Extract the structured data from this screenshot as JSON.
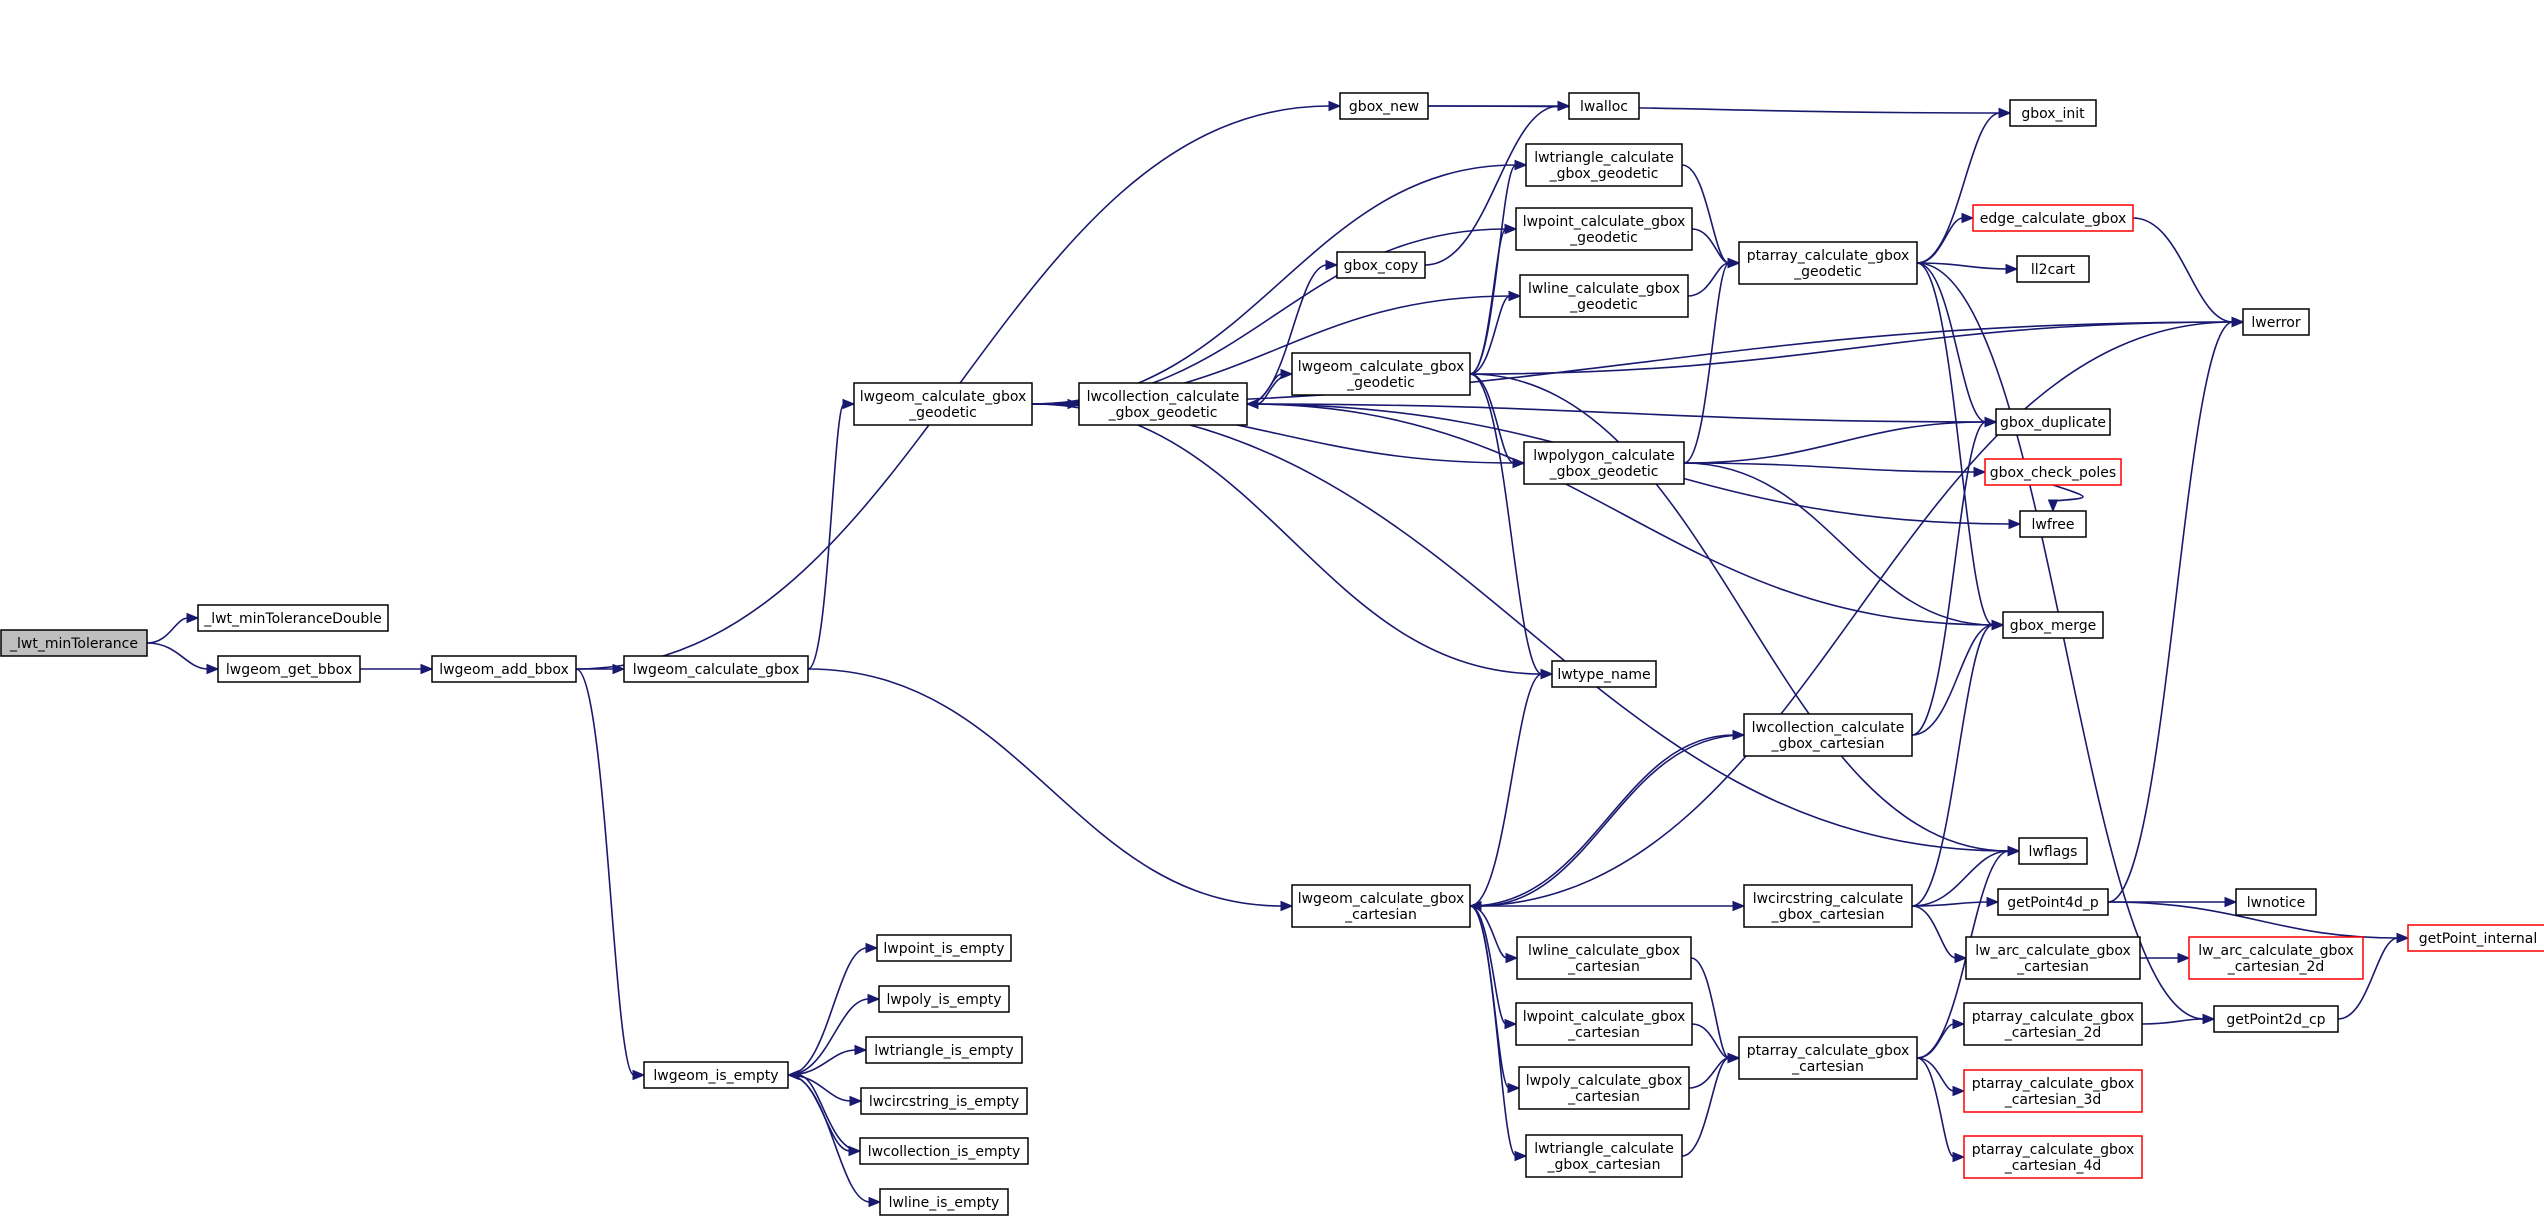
{
  "graph": {
    "nodes": [
      {
        "id": "lwt_minTolerance",
        "lines": [
          "_lwt_minTolerance"
        ],
        "root": true
      },
      {
        "id": "lwt_minToleranceDouble",
        "lines": [
          "_lwt_minToleranceDouble"
        ]
      },
      {
        "id": "lwgeom_get_bbox",
        "lines": [
          "lwgeom_get_bbox"
        ]
      },
      {
        "id": "lwgeom_add_bbox",
        "lines": [
          "lwgeom_add_bbox"
        ]
      },
      {
        "id": "lwgeom_calculate_gbox",
        "lines": [
          "lwgeom_calculate_gbox"
        ]
      },
      {
        "id": "lwgeom_is_empty",
        "lines": [
          "lwgeom_is_empty"
        ]
      },
      {
        "id": "gbox_new",
        "lines": [
          "gbox_new"
        ]
      },
      {
        "id": "lwgeom_calculate_gbox_geodetic",
        "lines": [
          "lwgeom_calculate_gbox",
          "_geodetic"
        ]
      },
      {
        "id": "lwgeom_calculate_gbox_cartesian",
        "lines": [
          "lwgeom_calculate_gbox",
          "_cartesian"
        ]
      },
      {
        "id": "lwpoint_is_empty",
        "lines": [
          "lwpoint_is_empty"
        ]
      },
      {
        "id": "lwpoly_is_empty",
        "lines": [
          "lwpoly_is_empty"
        ]
      },
      {
        "id": "lwtriangle_is_empty",
        "lines": [
          "lwtriangle_is_empty"
        ]
      },
      {
        "id": "lwcircstring_is_empty",
        "lines": [
          "lwcircstring_is_empty"
        ]
      },
      {
        "id": "lwcollection_is_empty",
        "lines": [
          "lwcollection_is_empty"
        ]
      },
      {
        "id": "lwline_is_empty",
        "lines": [
          "lwline_is_empty"
        ]
      },
      {
        "id": "lwcollection_calculate_gbox_geodetic",
        "lines": [
          "lwcollection_calculate",
          "_gbox_geodetic"
        ]
      },
      {
        "id": "gbox_copy",
        "lines": [
          "gbox_copy"
        ]
      },
      {
        "id": "lwgeom_calculate_gbox_geodetic2",
        "lines": [
          "lwgeom_calculate_gbox",
          "_geodetic"
        ]
      },
      {
        "id": "lwalloc",
        "lines": [
          "lwalloc"
        ]
      },
      {
        "id": "lwtriangle_calculate_gbox_geodetic",
        "lines": [
          "lwtriangle_calculate",
          "_gbox_geodetic"
        ]
      },
      {
        "id": "lwpoint_calculate_gbox_geodetic",
        "lines": [
          "lwpoint_calculate_gbox",
          "_geodetic"
        ]
      },
      {
        "id": "lwline_calculate_gbox_geodetic",
        "lines": [
          "lwline_calculate_gbox",
          "_geodetic"
        ]
      },
      {
        "id": "lwpolygon_calculate_gbox_geodetic",
        "lines": [
          "lwpolygon_calculate",
          "_gbox_geodetic"
        ]
      },
      {
        "id": "lwtype_name",
        "lines": [
          "lwtype_name"
        ]
      },
      {
        "id": "lwcollection_calculate_gbox_cartesian",
        "lines": [
          "lwcollection_calculate",
          "_gbox_cartesian"
        ]
      },
      {
        "id": "lwcircstring_calculate_gbox_cartesian",
        "lines": [
          "lwcircstring_calculate",
          "_gbox_cartesian"
        ]
      },
      {
        "id": "lwline_calculate_gbox_cartesian",
        "lines": [
          "lwline_calculate_gbox",
          "_cartesian"
        ]
      },
      {
        "id": "lwpoint_calculate_gbox_cartesian",
        "lines": [
          "lwpoint_calculate_gbox",
          "_cartesian"
        ]
      },
      {
        "id": "lwpoly_calculate_gbox_cartesian",
        "lines": [
          "lwpoly_calculate_gbox",
          "_cartesian"
        ]
      },
      {
        "id": "lwtriangle_calculate_gbox_cartesian",
        "lines": [
          "lwtriangle_calculate",
          "_gbox_cartesian"
        ]
      },
      {
        "id": "ptarray_calculate_gbox_geodetic",
        "lines": [
          "ptarray_calculate_gbox",
          "_geodetic"
        ]
      },
      {
        "id": "ptarray_calculate_gbox_cartesian",
        "lines": [
          "ptarray_calculate_gbox",
          "_cartesian"
        ]
      },
      {
        "id": "gbox_check_poles",
        "lines": [
          "gbox_check_poles"
        ],
        "red": true
      },
      {
        "id": "gbox_init",
        "lines": [
          "gbox_init"
        ]
      },
      {
        "id": "edge_calculate_gbox",
        "lines": [
          "edge_calculate_gbox"
        ],
        "red": true
      },
      {
        "id": "ll2cart",
        "lines": [
          "ll2cart"
        ]
      },
      {
        "id": "gbox_duplicate",
        "lines": [
          "gbox_duplicate"
        ]
      },
      {
        "id": "lwfree",
        "lines": [
          "lwfree"
        ]
      },
      {
        "id": "gbox_merge",
        "lines": [
          "gbox_merge"
        ]
      },
      {
        "id": "lwflags",
        "lines": [
          "lwflags"
        ]
      },
      {
        "id": "getPoint4d_p",
        "lines": [
          "getPoint4d_p"
        ]
      },
      {
        "id": "lw_arc_calculate_gbox_cartesian",
        "lines": [
          "lw_arc_calculate_gbox",
          "_cartesian"
        ]
      },
      {
        "id": "ptarray_calculate_gbox_cartesian_2d",
        "lines": [
          "ptarray_calculate_gbox",
          "_cartesian_2d"
        ]
      },
      {
        "id": "ptarray_calculate_gbox_cartesian_3d",
        "lines": [
          "ptarray_calculate_gbox",
          "_cartesian_3d"
        ],
        "red": true
      },
      {
        "id": "ptarray_calculate_gbox_cartesian_4d",
        "lines": [
          "ptarray_calculate_gbox",
          "_cartesian_4d"
        ],
        "red": true
      },
      {
        "id": "lwerror",
        "lines": [
          "lwerror"
        ]
      },
      {
        "id": "lwnotice",
        "lines": [
          "lwnotice"
        ]
      },
      {
        "id": "lw_arc_calculate_gbox_cartesian_2d",
        "lines": [
          "lw_arc_calculate_gbox",
          "_cartesian_2d"
        ],
        "red": true
      },
      {
        "id": "getPoint2d_cp",
        "lines": [
          "getPoint2d_cp"
        ]
      },
      {
        "id": "getPoint_internal",
        "lines": [
          "getPoint_internal"
        ],
        "red": true
      }
    ],
    "edges": [
      [
        "lwt_minTolerance",
        "lwt_minToleranceDouble"
      ],
      [
        "lwt_minTolerance",
        "lwgeom_get_bbox"
      ],
      [
        "lwgeom_get_bbox",
        "lwgeom_add_bbox"
      ],
      [
        "lwgeom_add_bbox",
        "lwgeom_calculate_gbox"
      ],
      [
        "lwgeom_add_bbox",
        "gbox_new"
      ],
      [
        "lwgeom_add_bbox",
        "lwgeom_is_empty"
      ],
      [
        "lwgeom_calculate_gbox",
        "lwgeom_calculate_gbox_geodetic"
      ],
      [
        "lwgeom_calculate_gbox",
        "lwgeom_calculate_gbox_cartesian"
      ],
      [
        "gbox_new",
        "lwalloc"
      ],
      [
        "gbox_new",
        "gbox_init"
      ],
      [
        "lwgeom_is_empty",
        "lwpoint_is_empty"
      ],
      [
        "lwgeom_is_empty",
        "lwpoly_is_empty"
      ],
      [
        "lwgeom_is_empty",
        "lwtriangle_is_empty"
      ],
      [
        "lwgeom_is_empty",
        "lwcircstring_is_empty"
      ],
      [
        "lwgeom_is_empty",
        "lwcollection_is_empty"
      ],
      [
        "lwgeom_is_empty",
        "lwline_is_empty"
      ],
      [
        "lwcollection_is_empty",
        "lwgeom_is_empty"
      ],
      [
        "lwgeom_calculate_gbox_geodetic",
        "lwerror"
      ],
      [
        "lwgeom_calculate_gbox_geodetic",
        "lwtriangle_calculate_gbox_geodetic"
      ],
      [
        "lwgeom_calculate_gbox_geodetic",
        "lwpoint_calculate_gbox_geodetic"
      ],
      [
        "lwgeom_calculate_gbox_geodetic",
        "lwline_calculate_gbox_geodetic"
      ],
      [
        "lwgeom_calculate_gbox_geodetic",
        "lwcollection_calculate_gbox_geodetic"
      ],
      [
        "lwgeom_calculate_gbox_geodetic",
        "lwpolygon_calculate_gbox_geodetic"
      ],
      [
        "lwgeom_calculate_gbox_geodetic",
        "lwtype_name"
      ],
      [
        "lwgeom_calculate_gbox_geodetic",
        "lwflags"
      ],
      [
        "lwcollection_calculate_gbox_geodetic",
        "gbox_copy"
      ],
      [
        "lwcollection_calculate_gbox_geodetic",
        "lwgeom_calculate_gbox_geodetic2"
      ],
      [
        "lwcollection_calculate_gbox_geodetic",
        "gbox_duplicate"
      ],
      [
        "lwcollection_calculate_gbox_geodetic",
        "lwfree"
      ],
      [
        "lwcollection_calculate_gbox_geodetic",
        "gbox_merge"
      ],
      [
        "lwgeom_calculate_gbox_geodetic2",
        "lwcollection_calculate_gbox_geodetic"
      ],
      [
        "lwgeom_calculate_gbox_geodetic2",
        "lwtriangle_calculate_gbox_geodetic"
      ],
      [
        "lwgeom_calculate_gbox_geodetic2",
        "lwpoint_calculate_gbox_geodetic"
      ],
      [
        "lwgeom_calculate_gbox_geodetic2",
        "lwline_calculate_gbox_geodetic"
      ],
      [
        "lwgeom_calculate_gbox_geodetic2",
        "lwpolygon_calculate_gbox_geodetic"
      ],
      [
        "lwgeom_calculate_gbox_geodetic2",
        "lwerror"
      ],
      [
        "lwgeom_calculate_gbox_geodetic2",
        "lwtype_name"
      ],
      [
        "lwgeom_calculate_gbox_geodetic2",
        "lwflags"
      ],
      [
        "gbox_copy",
        "lwalloc"
      ],
      [
        "lwtriangle_calculate_gbox_geodetic",
        "ptarray_calculate_gbox_geodetic"
      ],
      [
        "lwpoint_calculate_gbox_geodetic",
        "ptarray_calculate_gbox_geodetic"
      ],
      [
        "lwline_calculate_gbox_geodetic",
        "ptarray_calculate_gbox_geodetic"
      ],
      [
        "lwpolygon_calculate_gbox_geodetic",
        "ptarray_calculate_gbox_geodetic"
      ],
      [
        "lwpolygon_calculate_gbox_geodetic",
        "gbox_check_poles"
      ],
      [
        "lwpolygon_calculate_gbox_geodetic",
        "gbox_duplicate"
      ],
      [
        "lwpolygon_calculate_gbox_geodetic",
        "gbox_merge"
      ],
      [
        "ptarray_calculate_gbox_geodetic",
        "gbox_init"
      ],
      [
        "ptarray_calculate_gbox_geodetic",
        "edge_calculate_gbox"
      ],
      [
        "ptarray_calculate_gbox_geodetic",
        "ll2cart"
      ],
      [
        "ptarray_calculate_gbox_geodetic",
        "gbox_duplicate"
      ],
      [
        "ptarray_calculate_gbox_geodetic",
        "gbox_merge"
      ],
      [
        "ptarray_calculate_gbox_geodetic",
        "getPoint2d_cp"
      ],
      [
        "edge_calculate_gbox",
        "lwerror"
      ],
      [
        "gbox_check_poles",
        "lwfree"
      ],
      [
        "lwgeom_calculate_gbox_cartesian",
        "lwtype_name"
      ],
      [
        "lwgeom_calculate_gbox_cartesian",
        "lwcollection_calculate_gbox_cartesian"
      ],
      [
        "lwgeom_calculate_gbox_cartesian",
        "lwcircstring_calculate_gbox_cartesian"
      ],
      [
        "lwgeom_calculate_gbox_cartesian",
        "lwline_calculate_gbox_cartesian"
      ],
      [
        "lwgeom_calculate_gbox_cartesian",
        "lwpoint_calculate_gbox_cartesian"
      ],
      [
        "lwgeom_calculate_gbox_cartesian",
        "lwpoly_calculate_gbox_cartesian"
      ],
      [
        "lwgeom_calculate_gbox_cartesian",
        "lwtriangle_calculate_gbox_cartesian"
      ],
      [
        "lwgeom_calculate_gbox_cartesian",
        "lwerror"
      ],
      [
        "lwcollection_calculate_gbox_cartesian",
        "lwgeom_calculate_gbox_cartesian"
      ],
      [
        "lwcollection_calculate_gbox_cartesian",
        "gbox_duplicate"
      ],
      [
        "lwcollection_calculate_gbox_cartesian",
        "gbox_merge"
      ],
      [
        "lwcircstring_calculate_gbox_cartesian",
        "lwflags"
      ],
      [
        "lwcircstring_calculate_gbox_cartesian",
        "getPoint4d_p"
      ],
      [
        "lwcircstring_calculate_gbox_cartesian",
        "lw_arc_calculate_gbox_cartesian"
      ],
      [
        "lwcircstring_calculate_gbox_cartesian",
        "gbox_merge"
      ],
      [
        "lwline_calculate_gbox_cartesian",
        "ptarray_calculate_gbox_cartesian"
      ],
      [
        "lwpoint_calculate_gbox_cartesian",
        "ptarray_calculate_gbox_cartesian"
      ],
      [
        "lwpoly_calculate_gbox_cartesian",
        "ptarray_calculate_gbox_cartesian"
      ],
      [
        "lwtriangle_calculate_gbox_cartesian",
        "ptarray_calculate_gbox_cartesian"
      ],
      [
        "ptarray_calculate_gbox_cartesian",
        "lwflags"
      ],
      [
        "ptarray_calculate_gbox_cartesian",
        "ptarray_calculate_gbox_cartesian_2d"
      ],
      [
        "ptarray_calculate_gbox_cartesian",
        "ptarray_calculate_gbox_cartesian_3d"
      ],
      [
        "ptarray_calculate_gbox_cartesian",
        "ptarray_calculate_gbox_cartesian_4d"
      ],
      [
        "ptarray_calculate_gbox_cartesian_2d",
        "getPoint2d_cp"
      ],
      [
        "getPoint4d_p",
        "lwerror"
      ],
      [
        "getPoint4d_p",
        "lwnotice"
      ],
      [
        "getPoint4d_p",
        "getPoint_internal"
      ],
      [
        "lw_arc_calculate_gbox_cartesian",
        "lw_arc_calculate_gbox_cartesian_2d"
      ],
      [
        "getPoint2d_cp",
        "getPoint_internal"
      ]
    ]
  }
}
